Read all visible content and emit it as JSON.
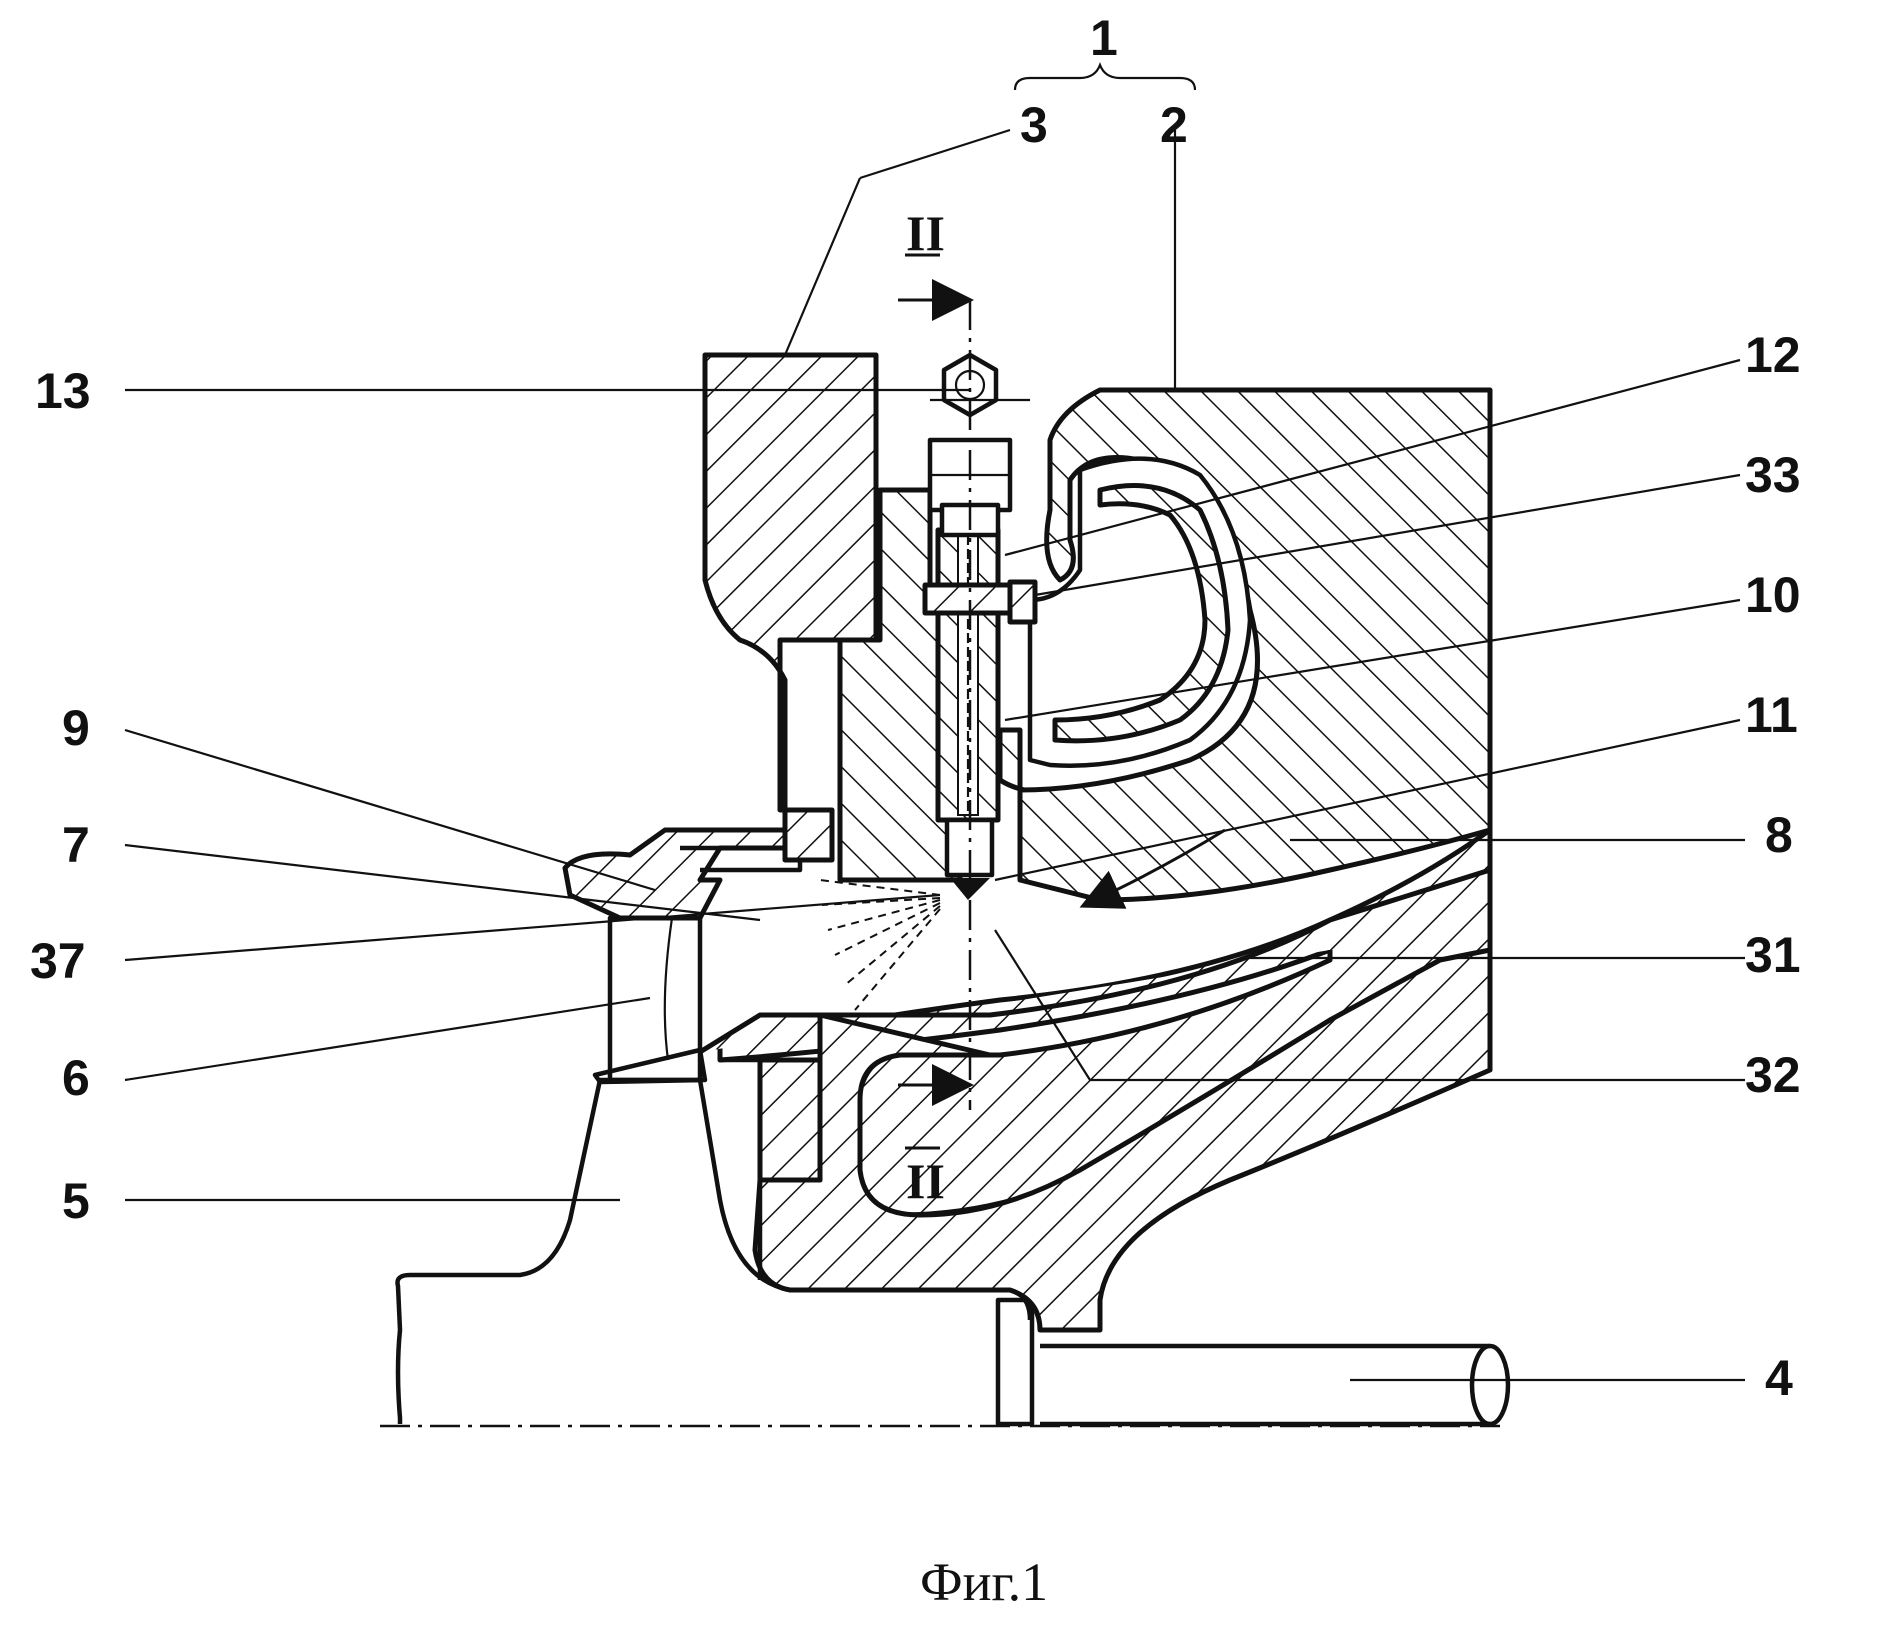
{
  "figure": {
    "caption": "Фиг.1",
    "section_mark_top": "II",
    "section_mark_bottom": "II",
    "labels": {
      "l1": "1",
      "l2": "2",
      "l3": "3",
      "l4": "4",
      "l5": "5",
      "l6": "6",
      "l7": "7",
      "l8": "8",
      "l9": "9",
      "l10": "10",
      "l11": "11",
      "l12": "12",
      "l13": "13",
      "l31": "31",
      "l32": "32",
      "l33": "33",
      "l37": "37"
    }
  }
}
